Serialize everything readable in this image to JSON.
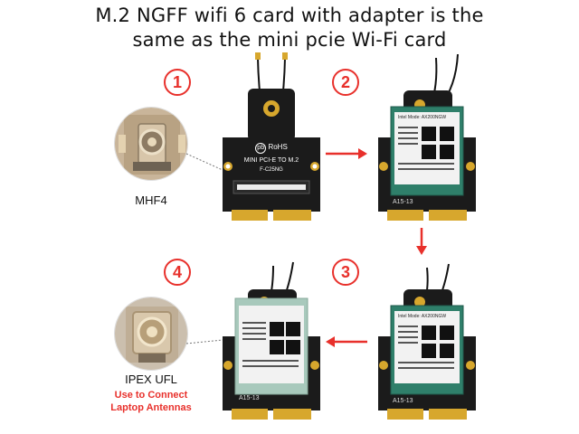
{
  "title": {
    "line1": "M.2 NGFF wifi 6 card with adapter is the",
    "line2": "same as the mini pcie Wi-Fi card"
  },
  "steps": [
    "1",
    "2",
    "3",
    "4"
  ],
  "connector_labels": {
    "mhf4": "MHF4",
    "ipex": "IPEX UFL",
    "note_line1": "Use to Connect",
    "note_line2": "Laptop Antennas"
  },
  "adapter_board": {
    "rohs": "RoHS",
    "pb_mark": "pb",
    "line1": "MINI PCI-E TO M.2",
    "line2": "F-C25NG"
  },
  "wifi_card": {
    "brand": "Intel Mode: AX200NGW",
    "label_code": "A15-13"
  },
  "colors": {
    "accent_red": "#e8302b",
    "pcb_black": "#1b1b1b",
    "card_green": "#2f7f6a",
    "gold": "#d7a72d"
  }
}
